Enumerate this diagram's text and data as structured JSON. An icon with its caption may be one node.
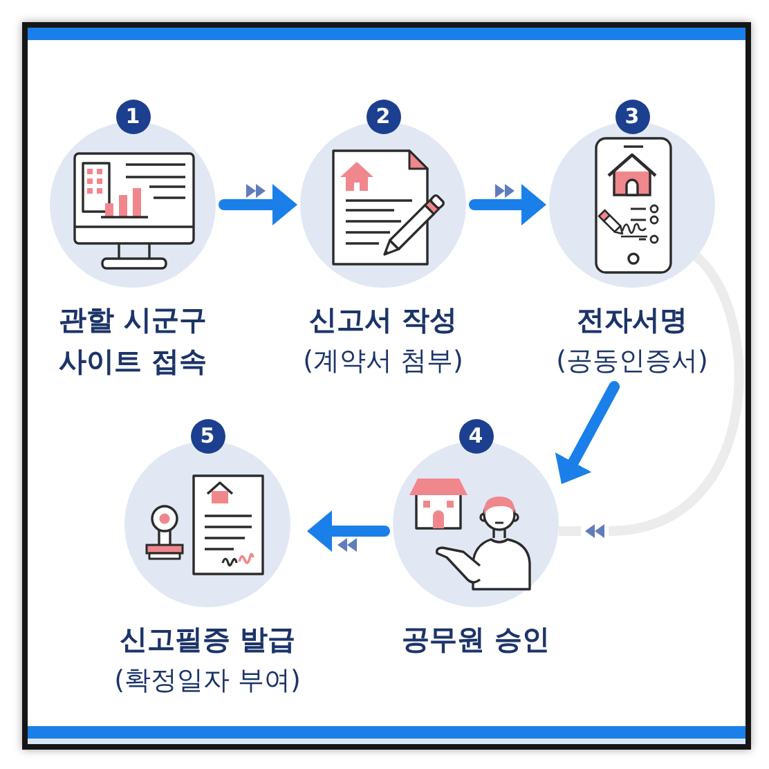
{
  "diagram": {
    "nodes": [
      {
        "text": [
          "1",
          "관할 시군구 사이트 접속"
        ]
      },
      {
        "text": [
          "2",
          "신고서 작성",
          "(계약서 첨부)"
        ]
      },
      {
        "text": [
          "3",
          "전자서명",
          "(공동인증서)"
        ]
      },
      {
        "text": [
          "4",
          "공무원 승인"
        ]
      },
      {
        "text": [
          "5",
          "신고필증 발급",
          "(확정일자 부여)"
        ]
      }
    ],
    "edges": [
      {
        "from": 0,
        "to": 1,
        "arrow": "to"
      },
      {
        "from": 1,
        "to": 2,
        "arrow": "to"
      },
      {
        "from": 2,
        "to": 3,
        "arrow": "to"
      },
      {
        "from": 3,
        "to": 4,
        "arrow": "to"
      }
    ]
  }
}
